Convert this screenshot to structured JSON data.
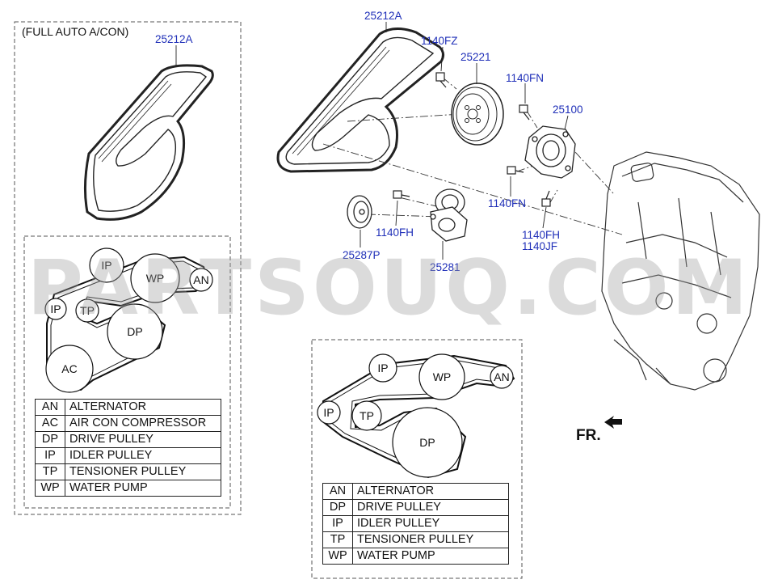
{
  "option_label": "(FULL AUTO A/CON)",
  "parts": {
    "belt_left": "25212A",
    "belt_main": "25212A",
    "bolt_fz": "1140FZ",
    "pulley_wp": "25221",
    "bolt_fn_top": "1140FN",
    "pump": "25100",
    "bolt_fn_bottom": "1140FN",
    "bolt_fh_right": "1140FH",
    "bolt_jf": "1140JF",
    "bolt_fh_left": "1140FH",
    "idler": "25287P",
    "tensioner": "25281"
  },
  "diagram_left": {
    "circles": [
      "IP",
      "WP",
      "AN",
      "IP",
      "TP",
      "DP",
      "AC"
    ]
  },
  "diagram_right": {
    "circles": [
      "IP",
      "WP",
      "AN",
      "IP",
      "TP",
      "DP"
    ]
  },
  "legend_left": [
    {
      "abbr": "AN",
      "name": "ALTERNATOR"
    },
    {
      "abbr": "AC",
      "name": "AIR CON COMPRESSOR"
    },
    {
      "abbr": "DP",
      "name": "DRIVE PULLEY"
    },
    {
      "abbr": "IP",
      "name": "IDLER PULLEY"
    },
    {
      "abbr": "TP",
      "name": "TENSIONER PULLEY"
    },
    {
      "abbr": "WP",
      "name": "WATER PUMP"
    }
  ],
  "legend_right": [
    {
      "abbr": "AN",
      "name": "ALTERNATOR"
    },
    {
      "abbr": "DP",
      "name": "DRIVE PULLEY"
    },
    {
      "abbr": "IP",
      "name": "IDLER PULLEY"
    },
    {
      "abbr": "TP",
      "name": "TENSIONER PULLEY"
    },
    {
      "abbr": "WP",
      "name": "WATER PUMP"
    }
  ],
  "front_label": "FR.",
  "watermark": "PARTSOUQ.COM"
}
